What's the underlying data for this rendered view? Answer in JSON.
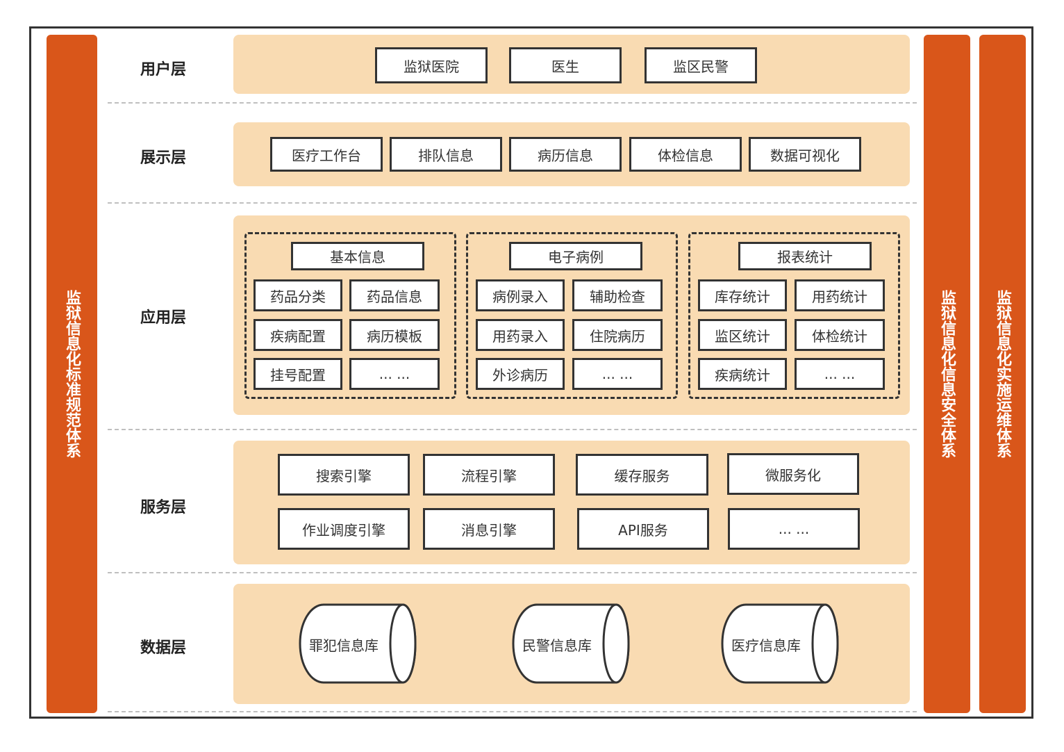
{
  "left_bar": "监狱信息化标准规范体系",
  "right_bars": [
    "监狱信息化信息安全体系",
    "监狱信息化实施运维体系"
  ],
  "layers": {
    "user": {
      "label": "用户层",
      "items": [
        "监狱医院",
        "医生",
        "监区民警"
      ]
    },
    "display": {
      "label": "展示层",
      "items": [
        "医疗工作台",
        "排队信息",
        "病历信息",
        "体检信息",
        "数据可视化"
      ]
    },
    "app": {
      "label": "应用层",
      "groups": [
        {
          "title": "基本信息",
          "items": [
            "药品分类",
            "药品信息",
            "疾病配置",
            "病历模板",
            "挂号配置",
            "... ..."
          ]
        },
        {
          "title": "电子病例",
          "items": [
            "病例录入",
            "辅助检查",
            "用药录入",
            "住院病历",
            "外诊病历",
            "... ..."
          ]
        },
        {
          "title": "报表统计",
          "items": [
            "库存统计",
            "用药统计",
            "监区统计",
            "体检统计",
            "疾病统计",
            "... ..."
          ]
        }
      ]
    },
    "service": {
      "label": "服务层",
      "items": [
        "搜索引擎",
        "流程引擎",
        "缓存服务",
        "微服务化",
        "作业调度引擎",
        "消息引擎",
        "API服务",
        "... ..."
      ]
    },
    "data": {
      "label": "数据层",
      "items": [
        "罪犯信息库",
        "民警信息库",
        "医疗信息库"
      ]
    }
  }
}
